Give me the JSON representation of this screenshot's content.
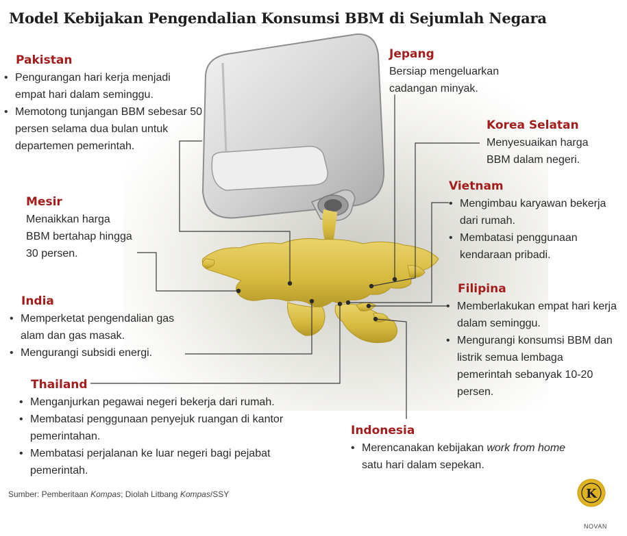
{
  "title": "Model Kebijakan Pengendalian Konsumsi BBM di Sejumlah Negara",
  "countries": {
    "pakistan": {
      "name": "Pakistan",
      "items": [
        "Pengurangan hari kerja menjadi empat hari dalam seminggu.",
        "Memotong tunjangan BBM sebesar 50 persen selama dua bulan untuk departemen pemerintah."
      ]
    },
    "mesir": {
      "name": "Mesir",
      "text": "Menaikkan harga BBM bertahap hingga 30 persen."
    },
    "india": {
      "name": "India",
      "items": [
        "Memperketat pengendalian gas alam dan gas masak.",
        "Mengurangi subsidi energi."
      ]
    },
    "thailand": {
      "name": "Thailand",
      "items": [
        "Menganjurkan pegawai negeri bekerja dari rumah.",
        "Membatasi penggunaan penyejuk ruangan di kantor pemerintahan.",
        "Membatasi perjalanan ke luar negeri bagi pejabat pemerintah."
      ]
    },
    "jepang": {
      "name": "Jepang",
      "text": "Bersiap mengeluarkan cadangan minyak."
    },
    "korea_selatan": {
      "name": "Korea Selatan",
      "text": "Menyesuaikan harga BBM dalam negeri."
    },
    "vietnam": {
      "name": "Vietnam",
      "items": [
        "Mengimbau karyawan bekerja dari rumah.",
        "Membatasi penggunaan kendaraan pribadi."
      ]
    },
    "filipina": {
      "name": "Filipina",
      "items": [
        "Memberlakukan empat hari kerja dalam seminggu.",
        "Mengurangi konsumsi BBM dan listrik semua lembaga pemerintah sebanyak 10-20 persen."
      ]
    },
    "indonesia": {
      "name": "Indonesia",
      "item_before": "Merencanakan kebijakan ",
      "item_italic": "work from home",
      "item_after": " satu hari dalam sepekan."
    }
  },
  "source": {
    "prefix": "Sumber: Pemberitaan ",
    "kompas1": "Kompas",
    "middle": "; Diolah Litbang ",
    "kompas2": "Kompas",
    "suffix": "/SSY"
  },
  "credit": "NOVAN",
  "logo_letter": "K",
  "colors": {
    "country_name": "#a31d1d",
    "oil": "#d9bd45",
    "can": "#dcdcdc",
    "logo": "#e0b321"
  }
}
